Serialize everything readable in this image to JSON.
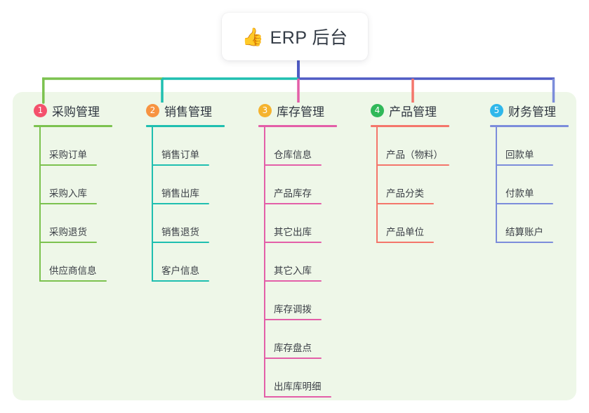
{
  "diagram": {
    "type": "mind-map",
    "root": {
      "icon": "thumbs-up-icon",
      "emoji": "👍",
      "title": "ERP 后台"
    },
    "panel_color": "#eef7e8",
    "card_color": "#ffffff",
    "spine_color": "#4f5bc4",
    "columns": [
      {
        "number": "1",
        "title": "采购管理",
        "badge_color": "#f4516c",
        "line_color": "#7cc24f",
        "rule_width": 112,
        "items": [
          {
            "label": "采购订单",
            "rule_width": 82
          },
          {
            "label": "采购入库",
            "rule_width": 82
          },
          {
            "label": "采购退货",
            "rule_width": 82
          },
          {
            "label": "供应商信息",
            "rule_width": 96
          }
        ]
      },
      {
        "number": "2",
        "title": "销售管理",
        "badge_color": "#f79341",
        "line_color": "#1fbfb0",
        "rule_width": 112,
        "items": [
          {
            "label": "销售订单",
            "rule_width": 82
          },
          {
            "label": "销售出库",
            "rule_width": 82
          },
          {
            "label": "销售退货",
            "rule_width": 82
          },
          {
            "label": "客户信息",
            "rule_width": 82
          }
        ]
      },
      {
        "number": "3",
        "title": "库存管理",
        "badge_color": "#f5b32e",
        "line_color": "#e35fa8",
        "rule_width": 112,
        "items": [
          {
            "label": "仓库信息",
            "rule_width": 82
          },
          {
            "label": "产品库存",
            "rule_width": 82
          },
          {
            "label": "其它出库",
            "rule_width": 82
          },
          {
            "label": "其它入库",
            "rule_width": 82
          },
          {
            "label": "库存调拨",
            "rule_width": 82
          },
          {
            "label": "库存盘点",
            "rule_width": 82
          },
          {
            "label": "出库库明细",
            "rule_width": 96
          }
        ]
      },
      {
        "number": "4",
        "title": "产品管理",
        "badge_color": "#30b859",
        "line_color": "#f4766b",
        "rule_width": 112,
        "items": [
          {
            "label": "产品（物料）",
            "rule_width": 104
          },
          {
            "label": "产品分类",
            "rule_width": 82
          },
          {
            "label": "产品单位",
            "rule_width": 82
          }
        ]
      },
      {
        "number": "5",
        "title": "财务管理",
        "badge_color": "#2fb7ea",
        "line_color": "#7c8ddb",
        "rule_width": 112,
        "items": [
          {
            "label": "回款单",
            "rule_width": 82
          },
          {
            "label": "付款单",
            "rule_width": 82
          },
          {
            "label": "结算账户",
            "rule_width": 82
          }
        ]
      }
    ]
  }
}
